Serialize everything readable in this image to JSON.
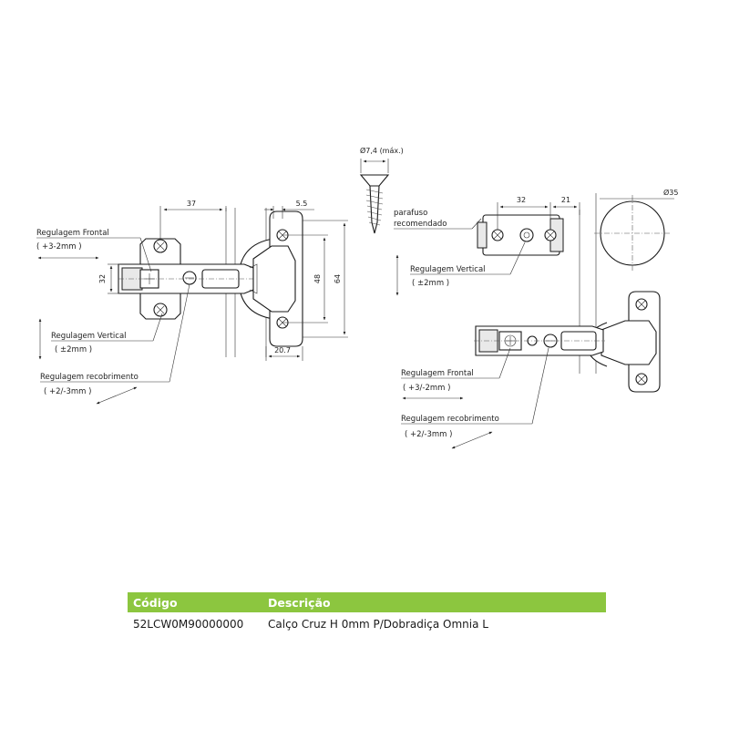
{
  "left_view": {
    "dim_width_37": "37",
    "dim_offset_5_5": "5.5",
    "dim_height_32": "32",
    "dim_height_48": "48",
    "dim_height_64": "64",
    "dim_depth_20_7": "20.7",
    "frontal_label": "Regulagem Frontal",
    "frontal_value": "( +3-2mm   )",
    "vertical_label": "Regulagem Vertical",
    "vertical_value": "( ±2mm   )",
    "overlay_label": "Regulagem recobrimento",
    "overlay_value": "( +2/-3mm   )"
  },
  "right_view": {
    "screw_dia": "Ø7,4 (máx.)",
    "screw_label_1": "parafuso",
    "screw_label_2": "recomendado",
    "dim_32": "32",
    "dim_21": "21",
    "cup_dia": "Ø35",
    "vertical_label": "Regulagem Vertical",
    "vertical_value": "( ±2mm   )",
    "frontal_label": "Regulagem Frontal",
    "frontal_value": "( +3/-2mm   )",
    "overlay_label": "Regulagem recobrimento",
    "overlay_value": "( +2/-3mm   )"
  },
  "table": {
    "header_code": "Código",
    "header_desc": "Descrição",
    "code": "52LCW0M90000000",
    "desc": "Calço Cruz H 0mm P/Dobradiça Omnia L"
  }
}
